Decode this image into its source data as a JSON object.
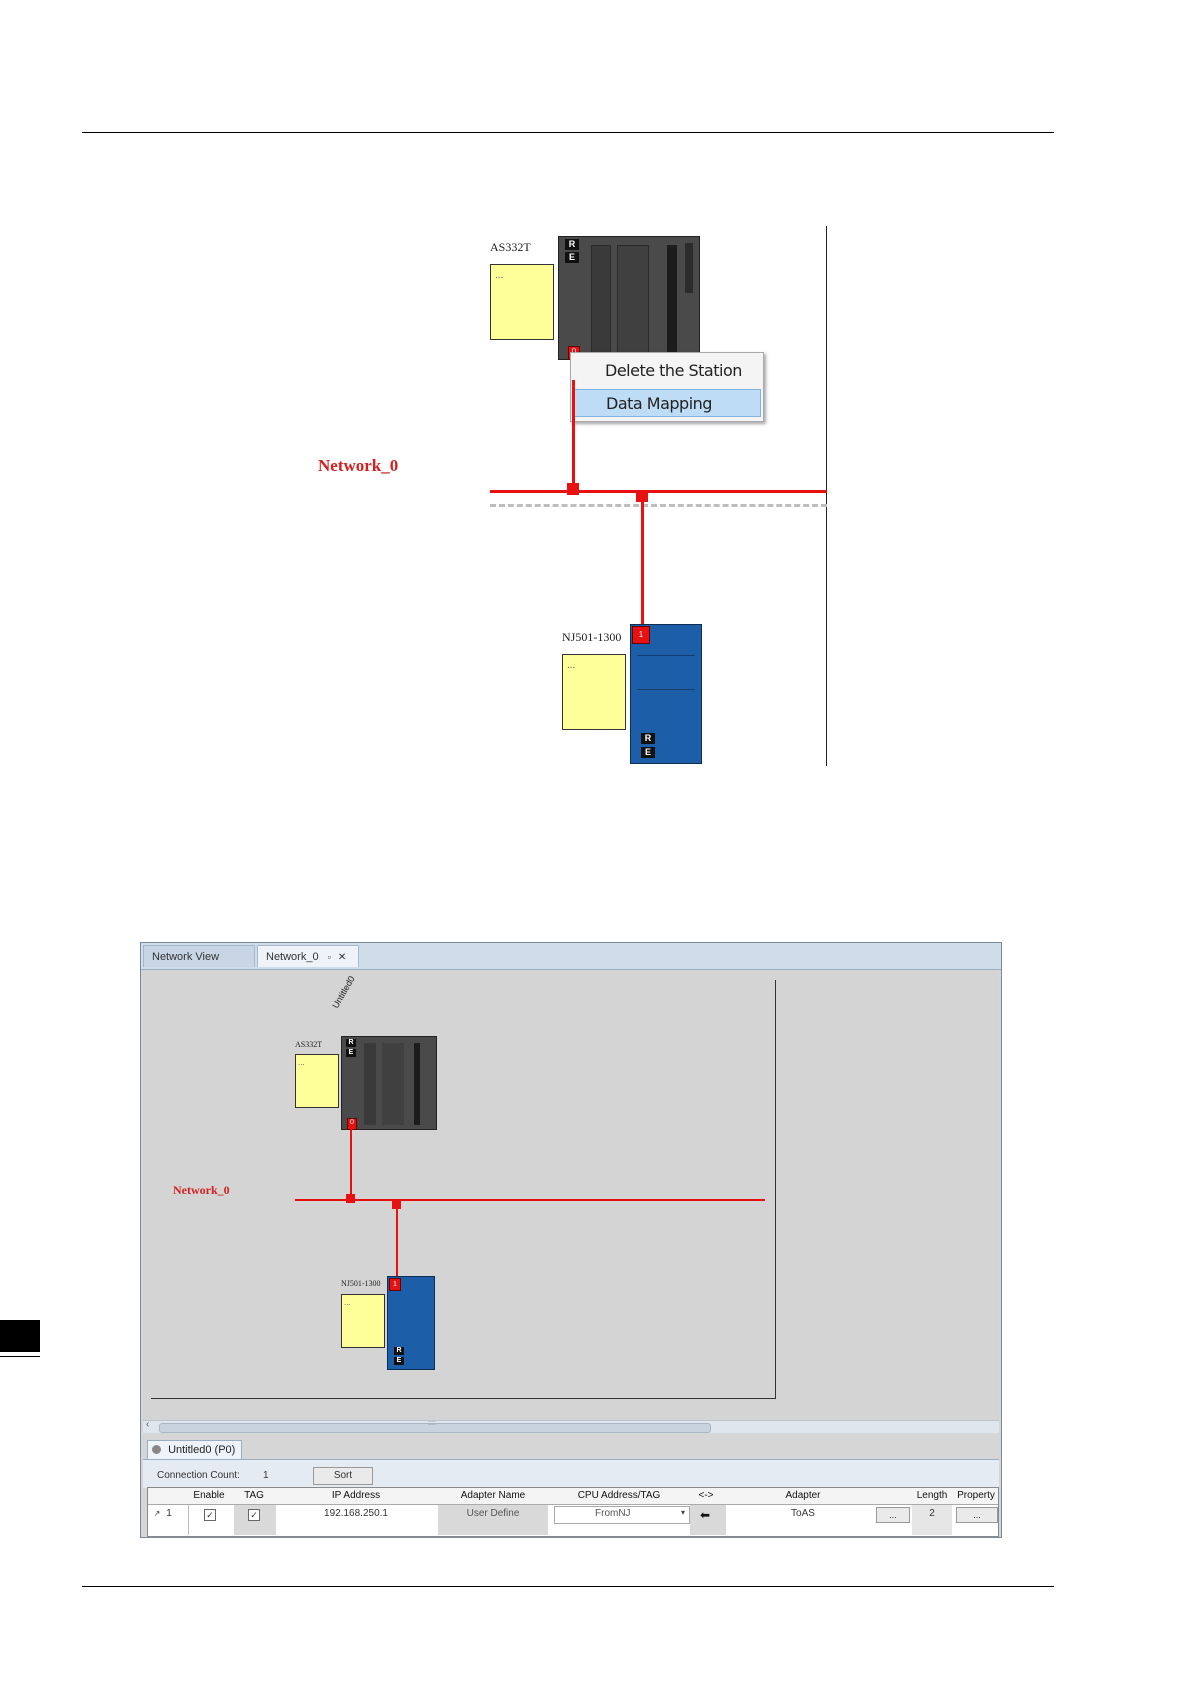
{
  "figure1": {
    "top_station": {
      "model": "AS332T",
      "note_dots": "...",
      "badge_r": "R",
      "badge_e": "E",
      "port": "0"
    },
    "context_menu": {
      "items": [
        {
          "label": "Delete the Station",
          "selected": false
        },
        {
          "label": "Data Mapping",
          "selected": true
        }
      ]
    },
    "network_label": "Network_0",
    "bottom_station": {
      "model": "NJ501-1300",
      "note_dots": "...",
      "badge_r": "R",
      "badge_e": "E",
      "port": "1"
    }
  },
  "figure2": {
    "tabs": [
      {
        "label": "Network View"
      },
      {
        "label": "Network_0",
        "pin_icon": "pin-icon",
        "close_icon": "close-icon"
      }
    ],
    "canvas": {
      "station_name": "Untitled0",
      "top_station": {
        "model": "AS332T",
        "note_dots": "...",
        "badge_r": "R",
        "badge_e": "E",
        "port": "0"
      },
      "network_label": "Network_0",
      "bottom_station": {
        "model": "NJ501-1300",
        "note_dots": "...",
        "badge_r": "R",
        "badge_e": "E",
        "port": "1"
      }
    },
    "scrollbar": {
      "left_arrow": "‹",
      "grip": "::::"
    },
    "panel_tab": "Untitled0 (P0)",
    "connection_count_label": "Connection Count:",
    "connection_count": "1",
    "sort_button": "Sort",
    "grid": {
      "headers": [
        "Enable",
        "TAG",
        "IP Address",
        "Adapter Name",
        "CPU Address/TAG",
        "<->",
        "Adapter",
        "Length",
        "Property"
      ],
      "row": {
        "marker": "↗",
        "index": "1",
        "enable": true,
        "tag": true,
        "ip": "192.168.250.1",
        "adapter_name": "User Define",
        "cpu_tag": "FromNJ",
        "direction_icon": "arrow-left-icon",
        "adapter": "ToAS",
        "adapter_browse": "...",
        "length": "2",
        "property_button": "..."
      }
    }
  },
  "colors": {
    "network": "#e81010",
    "note": "#ffff99",
    "plc_body": "#4a4a4a",
    "nj_body": "#1d5ea8",
    "menu_highlight": "#bfdcf7"
  }
}
